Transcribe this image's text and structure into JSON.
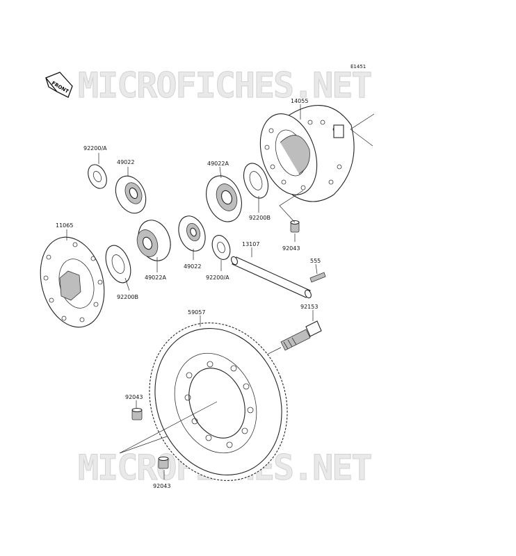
{
  "diagram_code": "E1451",
  "watermark": "MICROFICHES.NET",
  "front_label": "FRONT",
  "labels": {
    "p92200A_top": "92200/A",
    "p49022_top": "49022",
    "p49022A_top": "49022A",
    "p14055": "14055",
    "p11065": "11065",
    "p92200B_left": "92200B",
    "p49022A_bottom": "49022A",
    "p49022_bottom": "49022",
    "p92200A_bottom": "92200/A",
    "p92200B_right": "92200B",
    "p92043_right": "92043",
    "p13107": "13107",
    "p555": "555",
    "p92153": "92153",
    "p59057": "59057",
    "p92043_left": "92043",
    "p92043_bottom": "92043"
  }
}
